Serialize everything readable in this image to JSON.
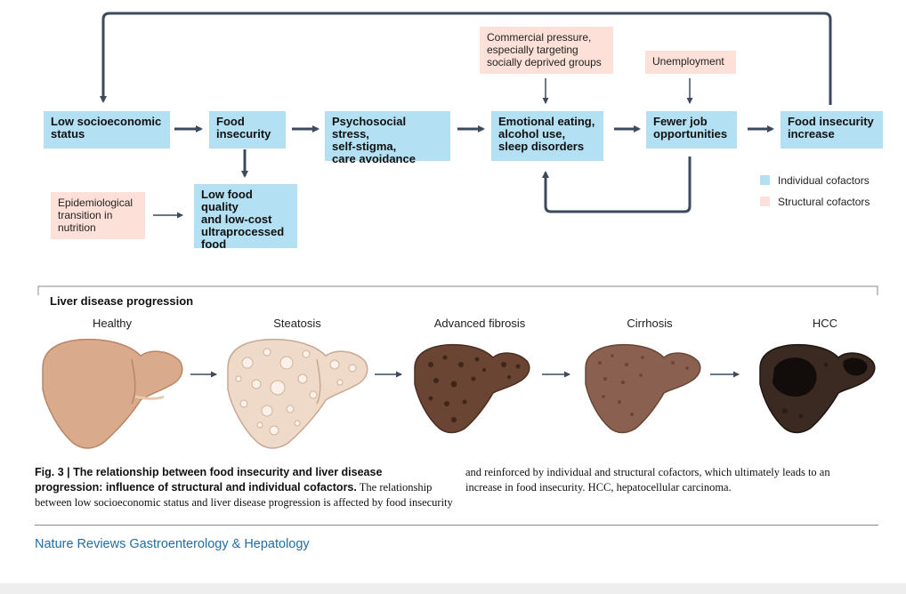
{
  "flow": {
    "low_ses": "Low socioeconomic\nstatus",
    "food_insecurity": "Food\ninsecurity",
    "psychosocial": "Psychosocial stress,\nself-stigma,\ncare avoidance",
    "emotional": "Emotional eating,\nalcohol use,\nsleep disorders",
    "fewer_jobs": "Fewer job\nopportunities",
    "fi_increase": "Food insecurity\nincrease",
    "low_food_quality": "Low food quality\nand low-cost\nultraprocessed\nfood",
    "epidemiological": "Epidemiological\ntransition in\nnutrition",
    "commercial": "Commercial pressure,\nespecially targeting\nsocially deprived groups",
    "unemployment": "Unemployment"
  },
  "legend": {
    "individual": "Individual cofactors",
    "structural": "Structural cofactors"
  },
  "colors": {
    "individual": "#b3e0f2",
    "structural": "#fde0d8",
    "arrow": "#3c4a5c",
    "journal": "#1f6ea3"
  },
  "progression": {
    "title": "Liver disease progression",
    "stages": [
      "Healthy",
      "Steatosis",
      "Advanced fibrosis",
      "Cirrhosis",
      "HCC"
    ]
  },
  "caption": {
    "bold": "Fig. 3 | The relationship between food insecurity and liver disease progression: influence of structural and individual cofactors.",
    "left_rest": " The relationship between low socioeconomic status and liver disease progression is affected by food insecurity",
    "right": "and reinforced by individual and structural cofactors, which ultimately leads to an increase in food insecurity. HCC, hepatocellular carcinoma."
  },
  "journal": "Nature Reviews Gastroenterology & Hepatology"
}
